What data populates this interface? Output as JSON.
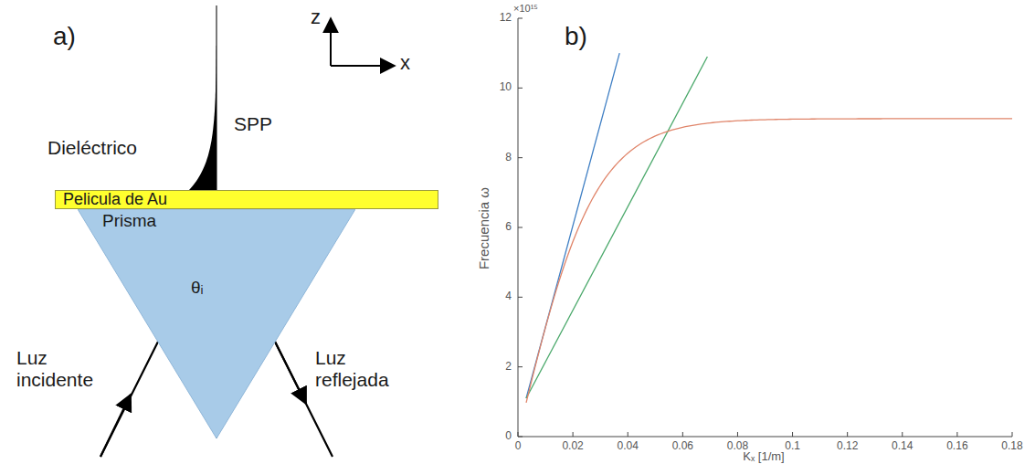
{
  "diagram": {
    "nodes": [
      {
        "text": [
          "Pelicula de Au"
        ]
      },
      {
        "text": [
          "Prisma"
        ]
      }
    ],
    "labels": [
      "a)",
      "z",
      "x",
      "Dieléctrico",
      "SPP",
      "θᵢ",
      "Luz incidente",
      "Luz reflejada",
      "b)",
      "×10¹⁵",
      "0",
      "2",
      "4",
      "6",
      "8",
      "10",
      "12",
      "0",
      "0.02",
      "0.04",
      "0.06",
      "0.08",
      "0.1",
      "0.12",
      "0.14",
      "0.16",
      "0.18",
      "Frecuencia ω",
      "Kₓ [1/m]"
    ]
  }
}
